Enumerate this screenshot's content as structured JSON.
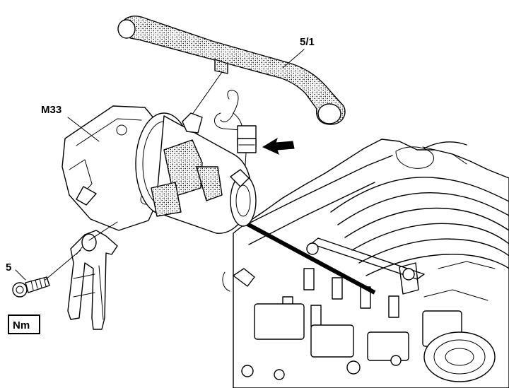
{
  "labels": {
    "hose": "5/1",
    "pump": "M33",
    "bolt": "5",
    "torque": "Nm"
  }
}
